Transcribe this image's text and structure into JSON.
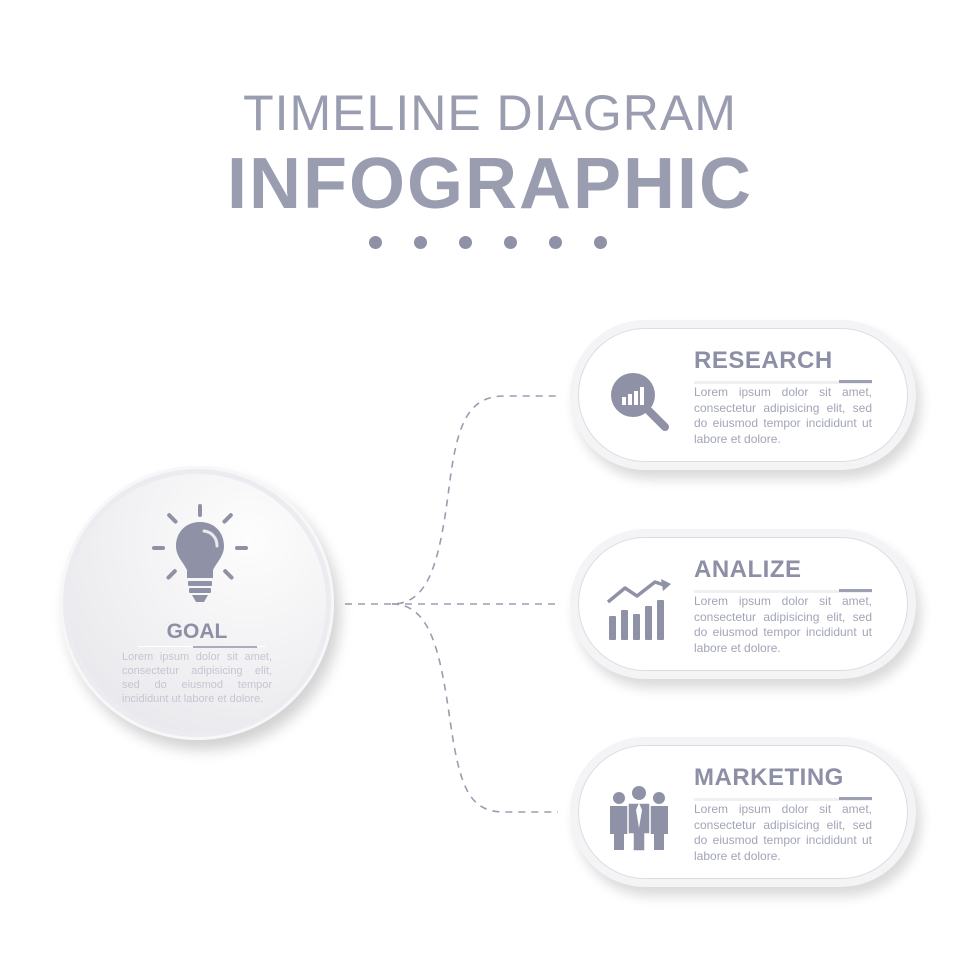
{
  "title_line1": "TIMELINE DIAGRAM",
  "title_line2": "INFOGRAPHIC",
  "dot_count": 6,
  "colors": {
    "primary": "#8f92a6",
    "text_light": "#a2a5b6",
    "background": "#ffffff"
  },
  "goal": {
    "label": "GOAL",
    "icon": "lightbulb-icon",
    "text": "Lorem ipsum dolor sit amet, consectetur adipisicing elit, sed do eiusmod tempor incididunt ut labore et dolore."
  },
  "steps": [
    {
      "title": "RESEARCH",
      "icon": "magnifier-chart-icon",
      "text": "Lorem ipsum dolor sit amet, consectetur adipisicing elit, sed do eiusmod tempor incididunt ut labore et dolore."
    },
    {
      "title": "ANALIZE",
      "icon": "bar-chart-trend-icon",
      "text": "Lorem ipsum dolor sit amet, consectetur adipisicing elit, sed do eiusmod tempor incididunt ut labore et dolore."
    },
    {
      "title": "MARKETING",
      "icon": "team-people-icon",
      "text": "Lorem ipsum dolor sit amet, consectetur adipisicing elit, sed do eiusmod tempor incididunt ut labore et dolore."
    }
  ]
}
